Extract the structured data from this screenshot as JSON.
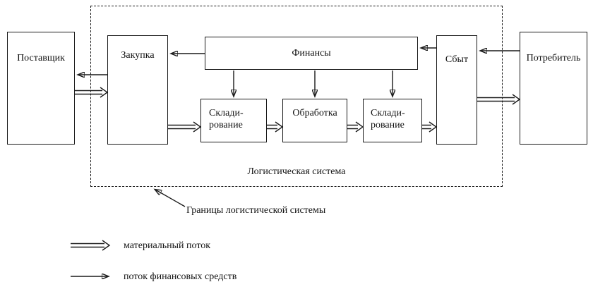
{
  "diagram": {
    "system_label": "Логистическая система",
    "boundary_label": "Границы логистической системы",
    "boxes": {
      "supplier": "Поставщик",
      "purchase": "Закупка",
      "finance": "Финансы",
      "warehouse1": {
        "line1": "Склади-",
        "line2": "рование"
      },
      "processing": "Обработка",
      "warehouse2": {
        "line1": "Склади-",
        "line2": "рование"
      },
      "sales": "Сбыт",
      "consumer": "Потребитель"
    },
    "legend": {
      "material_flow": "материальный поток",
      "financial_flow": "поток финансовых средств"
    },
    "colors": {
      "line": "#1a1a1a",
      "background": "#ffffff"
    }
  }
}
